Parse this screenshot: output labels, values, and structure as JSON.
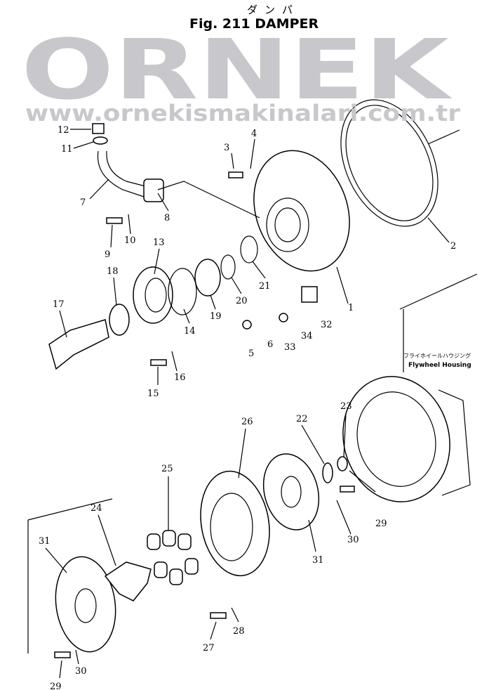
{
  "header": {
    "kana": "ダンパ",
    "title": "Fig. 211 DAMPER"
  },
  "watermark": {
    "logo": "ORNEK",
    "url": "www.ornekismakinalari.com.tr"
  },
  "flywheel_housing": {
    "jp": "フライホイールハウジング",
    "en": "Flywheel Housing"
  },
  "callouts": [
    "12",
    "11",
    "7",
    "8",
    "3",
    "4",
    "9",
    "10",
    "13",
    "18",
    "17",
    "14",
    "19",
    "20",
    "21",
    "2",
    "1",
    "5",
    "6",
    "33",
    "34",
    "32",
    "16",
    "15",
    "26",
    "22",
    "23",
    "25",
    "24",
    "31",
    "31",
    "30",
    "29",
    "28",
    "27",
    "29",
    "30"
  ]
}
